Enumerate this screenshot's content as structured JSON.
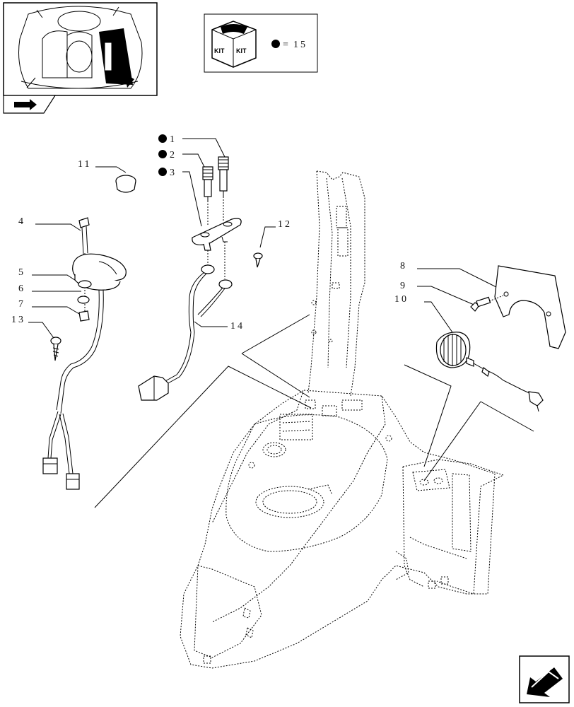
{
  "kit_box": {
    "kit_label_left": "KIT",
    "kit_label_right": "KIT",
    "equals": "=",
    "kit_number": "15"
  },
  "callouts": [
    {
      "id": "1",
      "kit": true
    },
    {
      "id": "2",
      "kit": true
    },
    {
      "id": "3",
      "kit": true
    },
    {
      "id": "4",
      "kit": false
    },
    {
      "id": "5",
      "kit": false
    },
    {
      "id": "6",
      "kit": false
    },
    {
      "id": "7",
      "kit": false
    },
    {
      "id": "8",
      "kit": false
    },
    {
      "id": "9",
      "kit": false
    },
    {
      "id": "10",
      "kit": false
    },
    {
      "id": "11",
      "kit": false
    },
    {
      "id": "12",
      "kit": false
    },
    {
      "id": "13",
      "kit": false
    },
    {
      "id": "14",
      "kit": false
    }
  ],
  "icons": {
    "thumbnail": "tractor-cab-thumbnail-icon",
    "section": "section-arrow-icon",
    "nav": "next-page-arrow-icon"
  },
  "colors": {
    "line": "#000000",
    "background": "#ffffff"
  }
}
